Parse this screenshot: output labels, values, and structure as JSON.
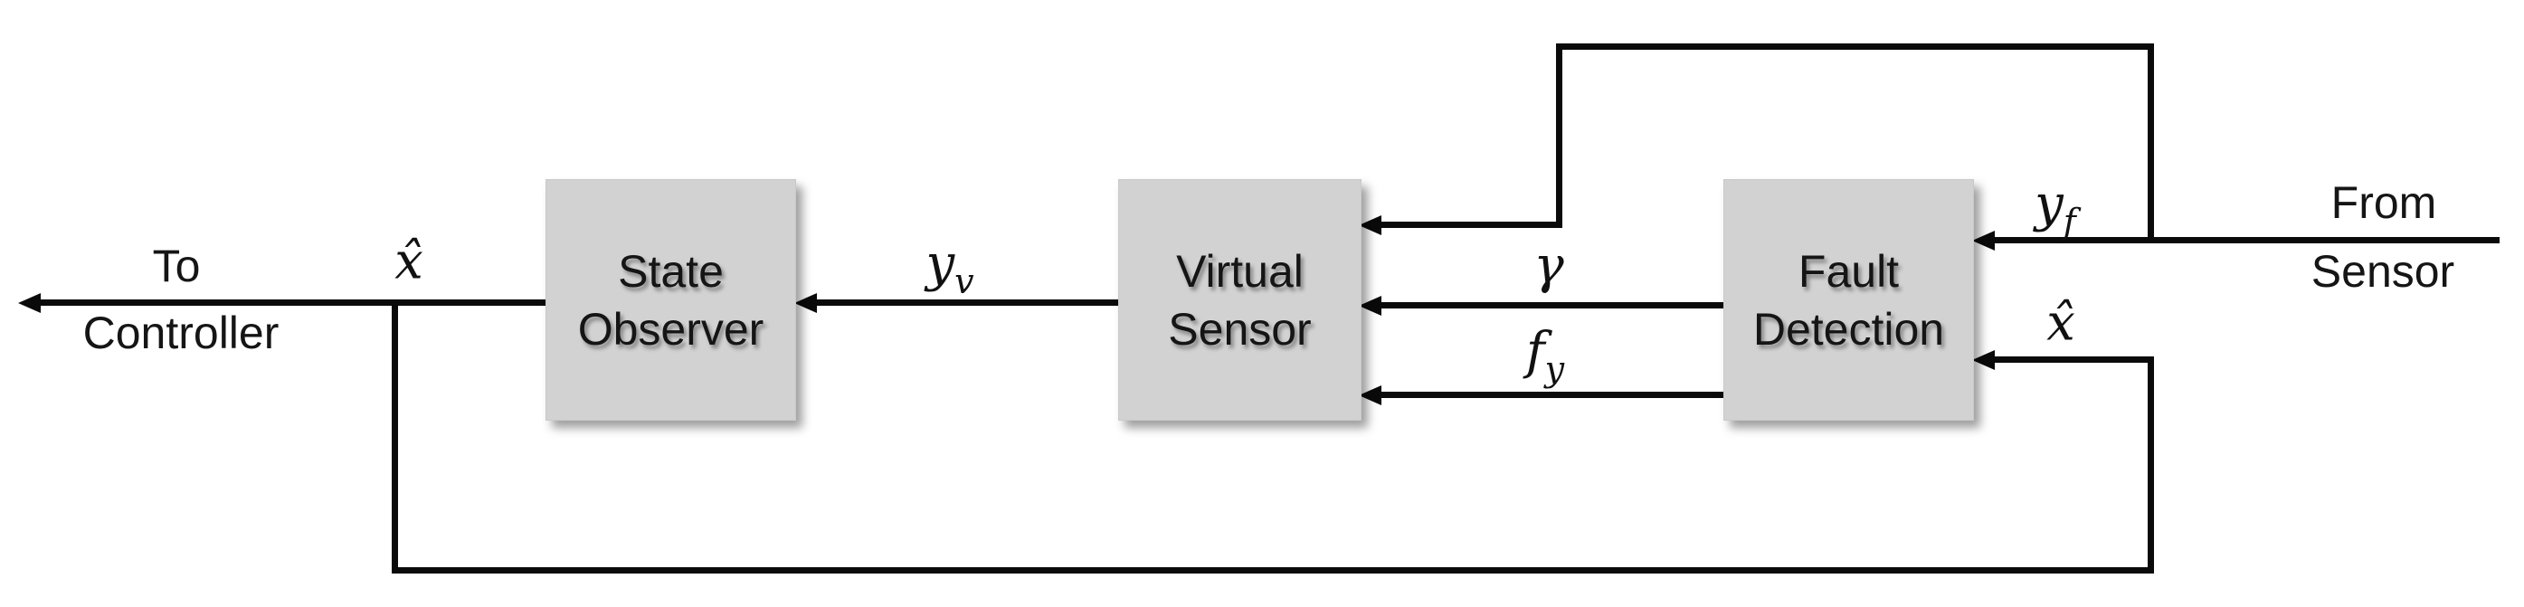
{
  "diagram": {
    "background_color": "#ffffff",
    "line_color": "#0a0a0a",
    "block_fill_color": "#d2d2d2",
    "blocks": [
      {
        "id": "state-observer",
        "label_line1": "State",
        "label_line2": "Observer"
      },
      {
        "id": "virtual-sensor",
        "label_line1": "Virtual",
        "label_line2": "Sensor"
      },
      {
        "id": "fault-detection",
        "label_line1": "Fault",
        "label_line2": "Detection"
      }
    ],
    "labels": {
      "to_controller_line1": "To",
      "to_controller_line2": "Controller",
      "from_sensor_line1": "From",
      "from_sensor_line2": "Sensor",
      "xhat_left": "x̂",
      "xhat_right": "x̂",
      "gamma": "γ",
      "yv_base": "y",
      "yv_sub": "v",
      "fy_base": "f",
      "fy_sub": "y",
      "yf_base": "y",
      "yf_sub": "f"
    }
  }
}
